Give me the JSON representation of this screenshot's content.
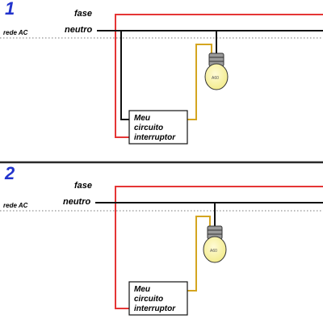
{
  "diagram1": {
    "number": "1",
    "fase_label": "fase",
    "neutro_label": "neutro",
    "rede_label": "rede AC",
    "box_lines": [
      "Meu",
      "circuito",
      "interruptor"
    ],
    "bulb_text": "A60"
  },
  "diagram2": {
    "number": "2",
    "fase_label": "fase",
    "neutro_label": "neutro",
    "rede_label": "rede AC",
    "box_lines": [
      "Meu",
      "circuito",
      "interruptor"
    ],
    "bulb_text": "A60"
  },
  "colors": {
    "number": "#2233cc",
    "fase_wire": "#e53535",
    "neutro_wire": "#111111",
    "return_wire": "#d4a520",
    "separator": "#2a2a2a",
    "bulb_glass": "#f3ec8e",
    "bulb_base": "#9a9a9a",
    "dotted": "#777777"
  }
}
